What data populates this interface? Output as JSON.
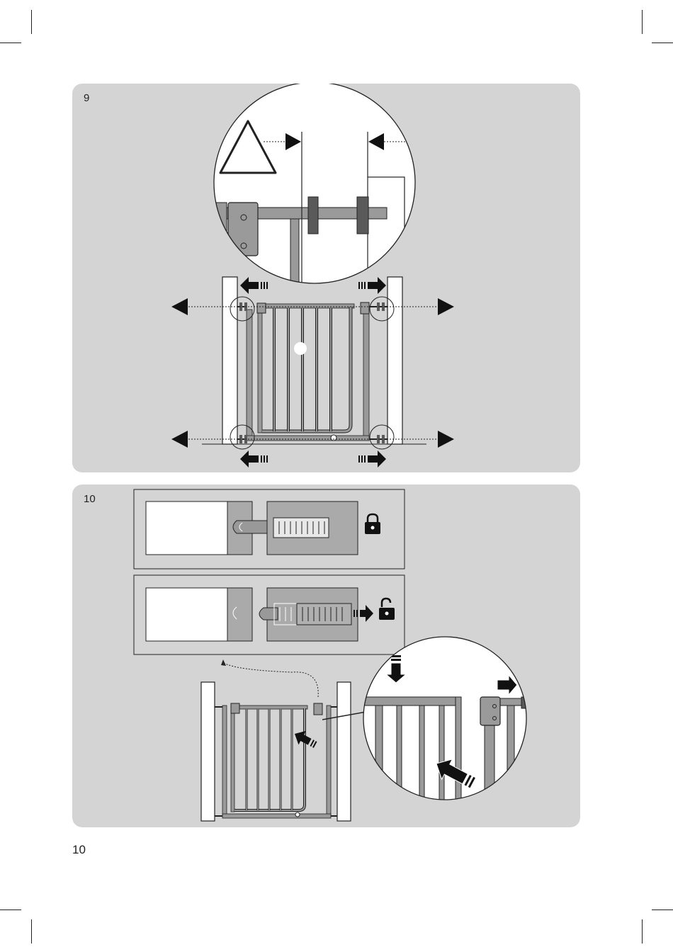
{
  "steps": [
    {
      "number": "9"
    },
    {
      "number": "10"
    }
  ],
  "page": {
    "number": "10"
  },
  "icons": {
    "warning": "warning-triangle-icon",
    "locked": "lock-closed-icon",
    "unlocked": "lock-open-icon"
  },
  "colors": {
    "panel": "#d4d4d4",
    "line": "#222222",
    "metal": "#9a9a9a",
    "dark_part": "#5a5a5a"
  }
}
